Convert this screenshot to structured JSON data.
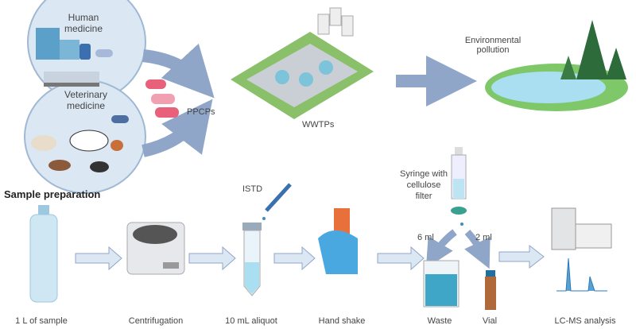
{
  "top": {
    "human": "Human medicine",
    "veterinary": "Veterinary medicine",
    "ppcps": "PPCPs",
    "wwtps": "WWTPs",
    "environment": "Environmental pollution"
  },
  "sample_prep": {
    "title": "Sample preparation",
    "istd": "ISTD",
    "syringe": "Syringe with cellulose filter",
    "ml6": "6 ml",
    "ml2": "2 ml",
    "steps": [
      "1 L of sample",
      "Centrifugation",
      "10 mL aliquot",
      "Hand shake",
      "Waste",
      "Vial",
      "LC-MS analysis"
    ]
  },
  "colors": {
    "arrow": "#8fa6c8",
    "circle": "#dbe7f3",
    "water": "#a9dff0",
    "accent": "#3a8fc0"
  }
}
